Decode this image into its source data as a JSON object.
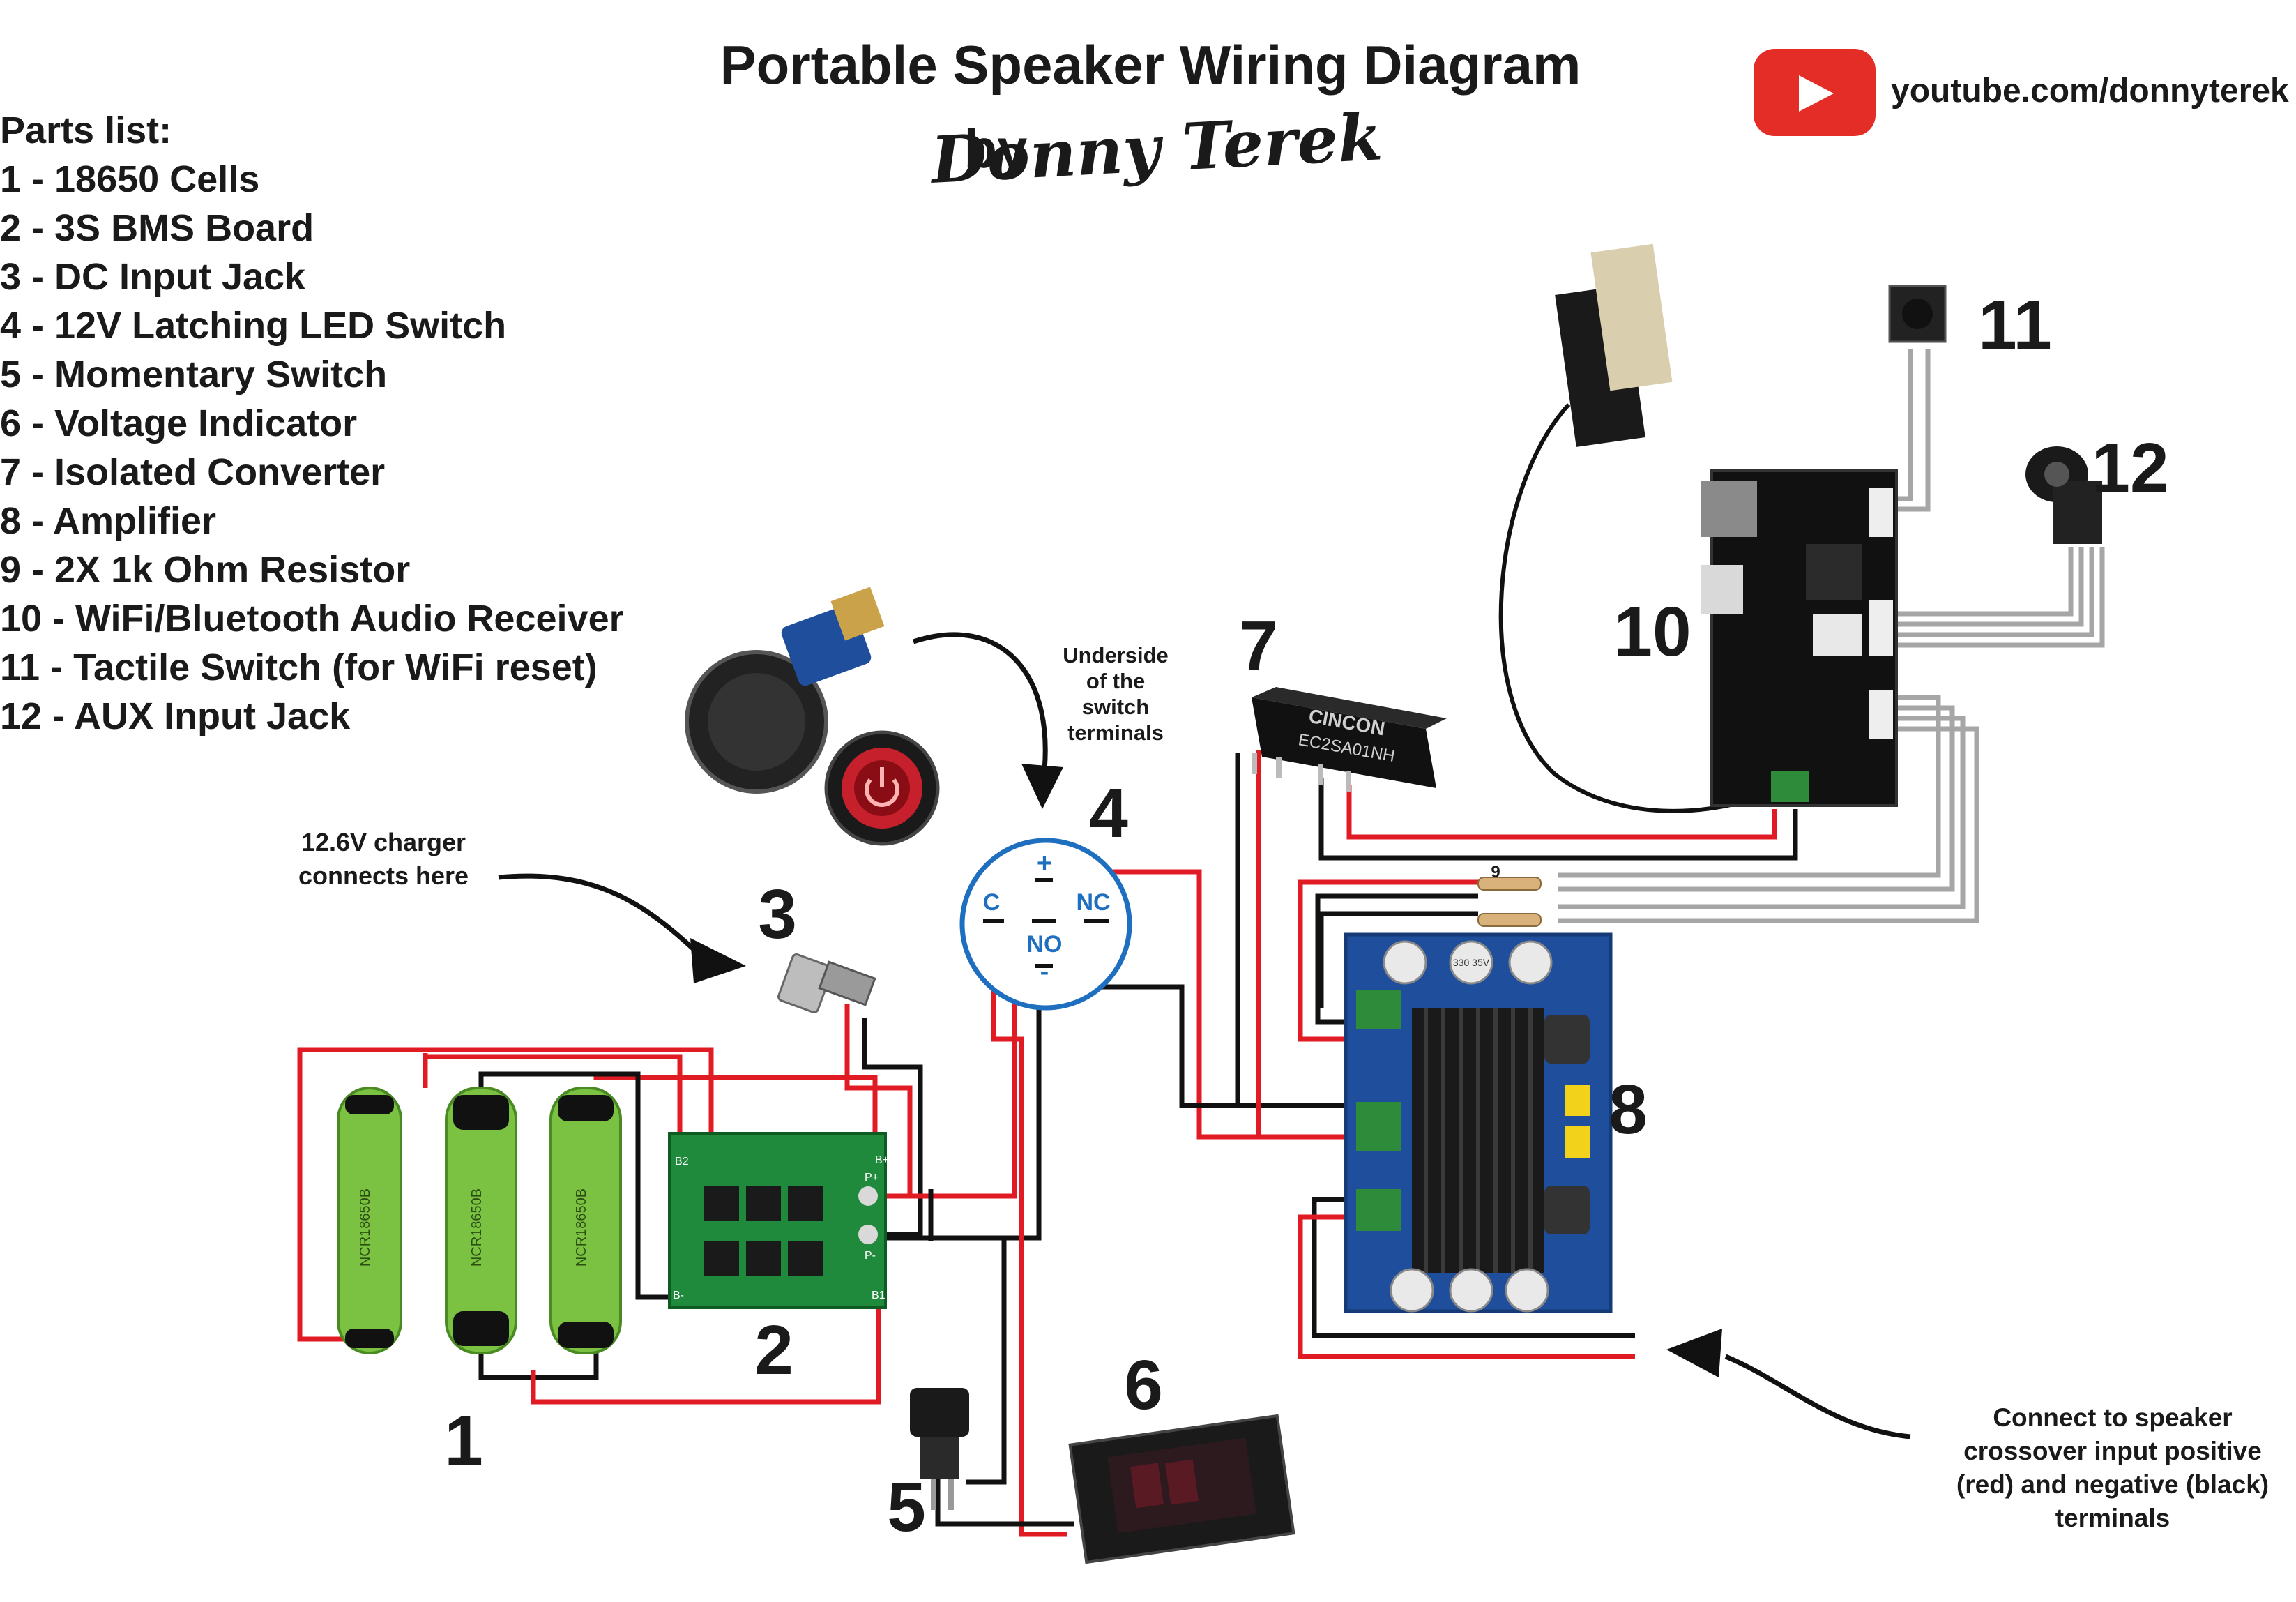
{
  "title": "Portable Speaker Wiring Diagram",
  "byline": "by",
  "author_signature": "Donny Terek",
  "youtube": "youtube.com/donnyterek",
  "parts_list": {
    "heading": "Parts list:",
    "items": [
      "1 - 18650 Cells",
      "2 - 3S BMS Board",
      "3 - DC Input Jack",
      "4 - 12V Latching LED Switch",
      "5 - Momentary Switch",
      "6 - Voltage Indicator",
      "7 - Isolated Converter",
      "8 - Amplifier",
      "9 - 2X 1k Ohm Resistor",
      "10 - WiFi/Bluetooth Audio Receiver",
      "11 - Tactile Switch (for WiFi reset)",
      "12 - AUX Input Jack"
    ]
  },
  "numbers": {
    "n1": "1",
    "n2": "2",
    "n3": "3",
    "n4": "4",
    "n5": "5",
    "n6": "6",
    "n7": "7",
    "n8": "8",
    "n9": "9",
    "n10": "10",
    "n11": "11",
    "n12": "12"
  },
  "annotations": {
    "charger_line1": "12.6V charger",
    "charger_line2": "connects here",
    "underside_line1": "Underside",
    "underside_line2": "of the",
    "underside_line3": "switch",
    "underside_line4": "terminals",
    "speaker_line1": "Connect to speaker",
    "speaker_line2": "crossover input positive",
    "speaker_line3": "(red) and negative (black)",
    "speaker_line4": "terminals"
  },
  "switch_terminals": {
    "plus": "+",
    "minus": "-",
    "c": "C",
    "no": "NO",
    "nc": "NC"
  },
  "component_labels": {
    "converter_brand": "CINCON",
    "converter_model": "EC2SA01NH",
    "cell_marking": "NCR18650B",
    "cap_value": "330 35V",
    "bms_bplus": "B+",
    "bms_pplus": "P+",
    "bms_pminus": "P-",
    "bms_bminus": "B-",
    "bms_b1": "B1",
    "bms_b2": "B2"
  },
  "colors": {
    "wire_positive": "#e01b24",
    "wire_negative": "#111111",
    "wire_signal": "#a6a6a6",
    "youtube_red": "#e52d27",
    "cell_green": "#7cc242",
    "pcb_green": "#1f8a3c",
    "amp_blue": "#1f4f9c",
    "switch_circle": "#1f6fc0"
  }
}
